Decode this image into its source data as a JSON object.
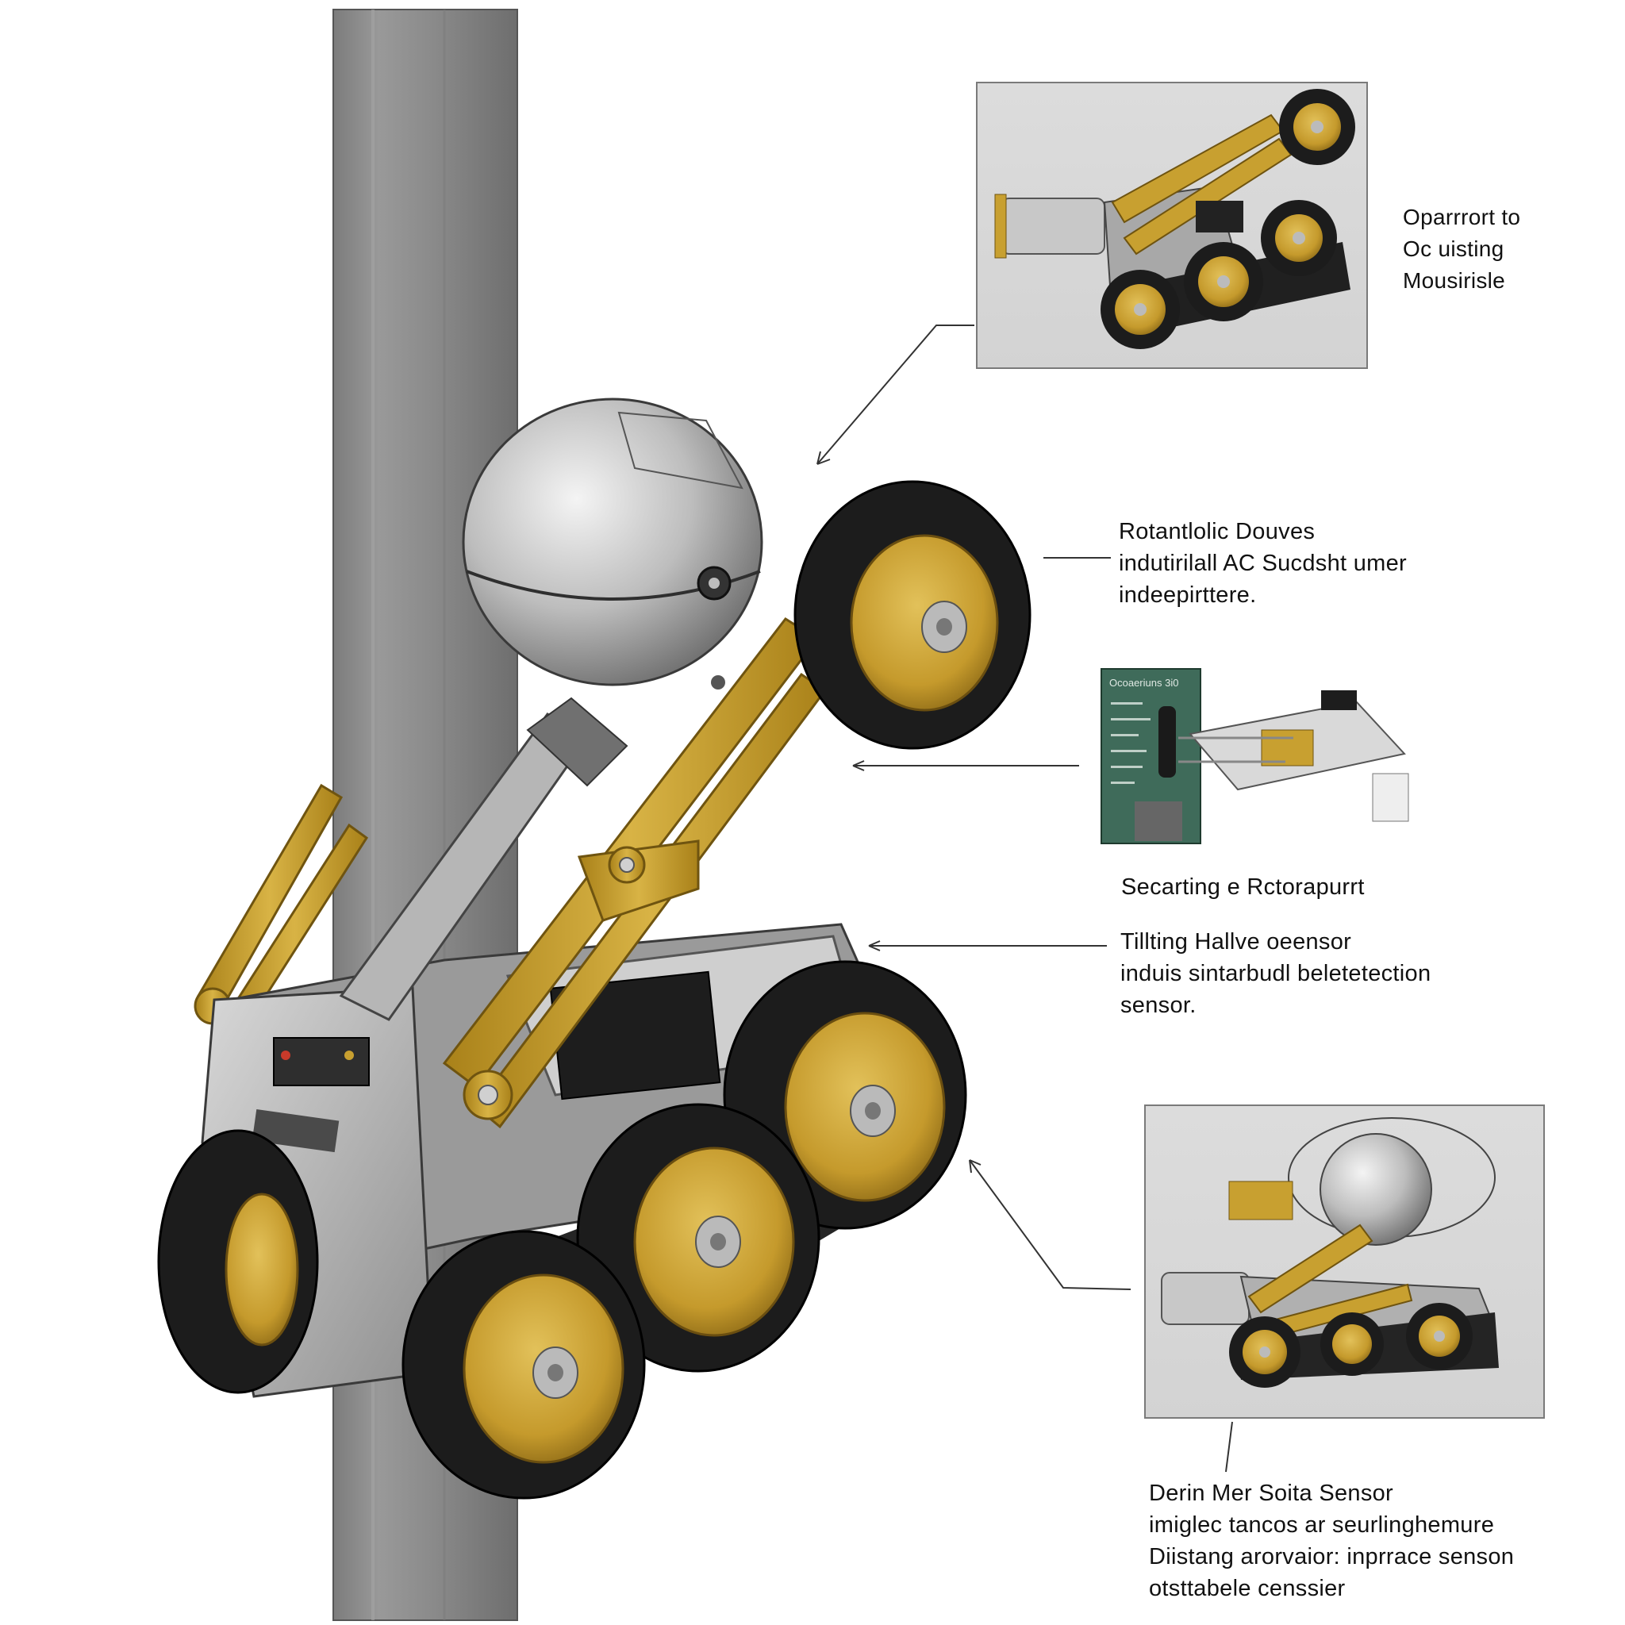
{
  "callouts": {
    "c1": [
      "Oparrrort to",
      "Oc uisting",
      "Mousirisle"
    ],
    "c2": [
      "Rotantlolic Douves",
      "indutirilall AC Sucdsht umer",
      "indeepirttere."
    ],
    "c3": [
      "Secarting e Rctorapurrt"
    ],
    "c4": [
      "Tillting Hallve oeensor",
      "induis sintarbudl beletetection",
      "sensor."
    ],
    "c5": [
      "Derin Mer Soita Sensor",
      "imiglec tancos ar seurlinghemure",
      "Diistang arorvaior: inprrace senson",
      "otsttabele censsier"
    ]
  },
  "board_label": "Ocoaeriuns 3i0",
  "colors": {
    "pole": "#8c8c8c",
    "gold": "#c8a030",
    "tire": "#1c1c1c",
    "chassis": "#b9b9b9",
    "board": "#3f6b5a"
  }
}
